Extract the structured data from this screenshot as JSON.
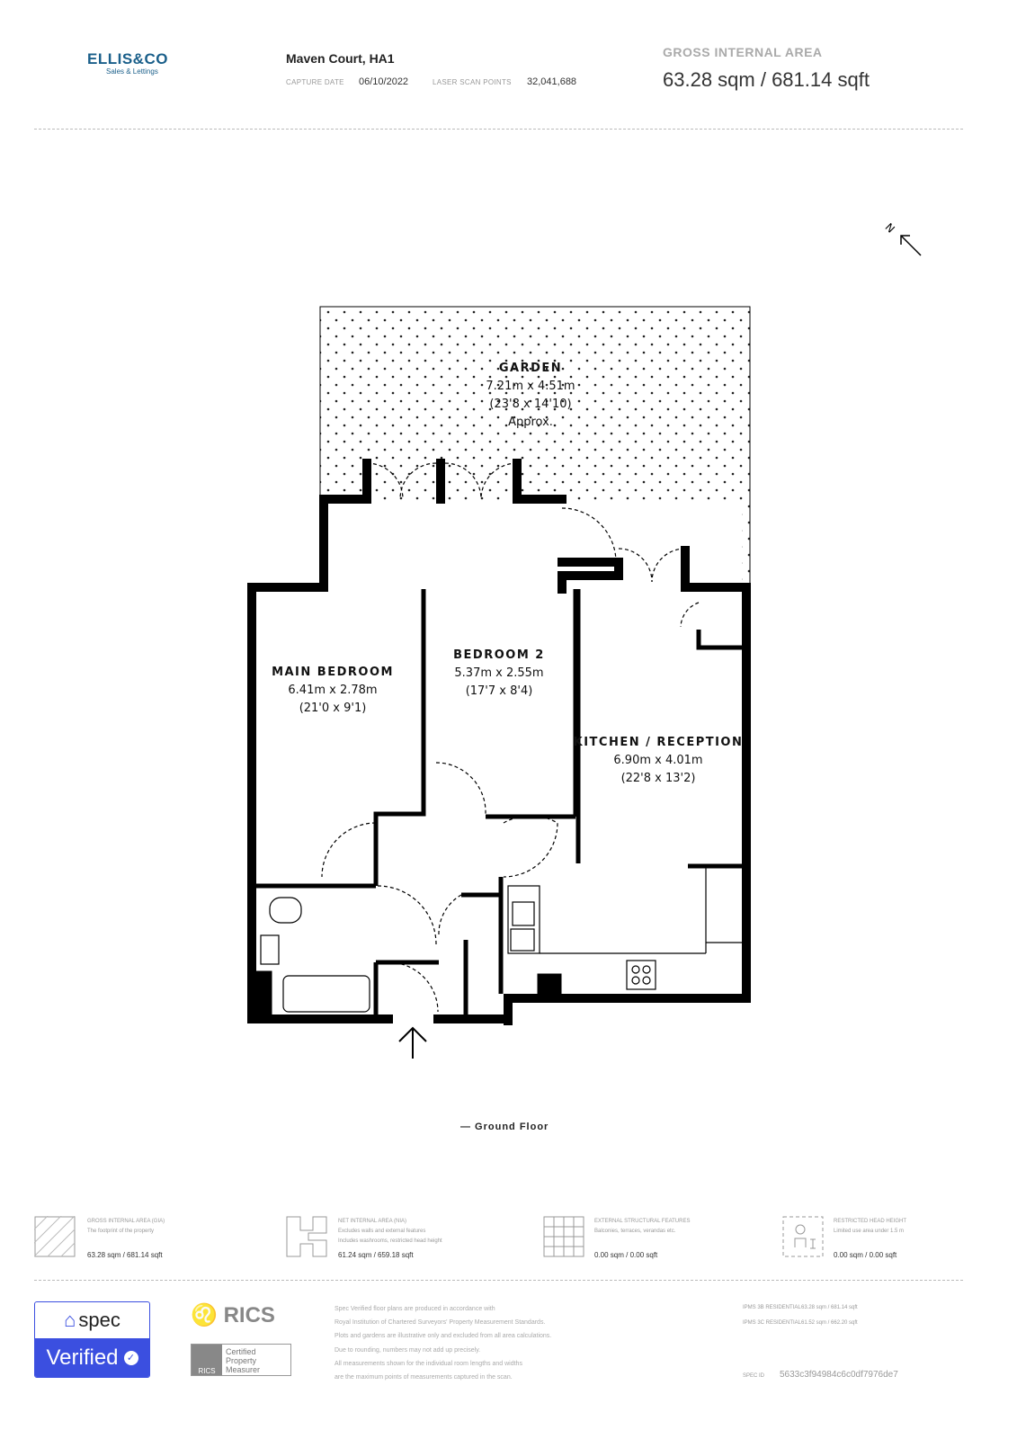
{
  "header": {
    "brand": "ELLIS&CO",
    "brand_sub": "Sales & Lettings",
    "property": "Maven Court, HA1",
    "capture_date_label": "CAPTURE DATE",
    "capture_date": "06/10/2022",
    "scan_points_label": "LASER SCAN POINTS",
    "scan_points": "32,041,688",
    "gia_label": "GROSS INTERNAL AREA",
    "gia_value": "63.28 sqm / 681.14 sqft"
  },
  "compass": {
    "label": "N",
    "icon": "north-arrow-icon"
  },
  "rooms": [
    {
      "name": "GARDEN",
      "metric": "7.21m x 4.51m",
      "imperial": "(23'8 x 14'10)",
      "note": "Approx."
    },
    {
      "name": "MAIN BEDROOM",
      "metric": "6.41m x 2.78m",
      "imperial": "(21'0 x 9'1)"
    },
    {
      "name": "BEDROOM 2",
      "metric": "5.37m x 2.55m",
      "imperial": "(17'7 x 8'4)"
    },
    {
      "name": "KITCHEN / RECEPTION",
      "metric": "6.90m x 4.01m",
      "imperial": "(22'8 x 13'2)"
    }
  ],
  "floor_label": "— Ground Floor",
  "legend": [
    {
      "title": "GROSS INTERNAL AREA (GIA)",
      "desc": "The footprint of the property",
      "desc2": "",
      "value": "63.28 sqm / 681.14 sqft"
    },
    {
      "title": "NET INTERNAL AREA (NIA)",
      "desc": "Excludes walls and external features",
      "desc2": "Includes washrooms, restricted head height",
      "value": "61.24 sqm / 659.18 sqft"
    },
    {
      "title": "EXTERNAL STRUCTURAL FEATURES",
      "desc": "Balconies, terraces, verandas etc.",
      "desc2": "",
      "value": "0.00 sqm / 0.00 sqft"
    },
    {
      "title": "RESTRICTED HEAD HEIGHT",
      "desc": "Limited use area under 1.5 m",
      "desc2": "",
      "value": "0.00 sqm / 0.00 sqft"
    }
  ],
  "footer": {
    "spec": "spec",
    "verified": "Verified",
    "rics": "RICS",
    "rics_small": "RICS",
    "rics_cert": [
      "Certified",
      "Property",
      "Measurer"
    ],
    "disclaimer": [
      "Spec Verified floor plans are produced in accordance with",
      "Royal Institution of Chartered Surveyors' Property Measurement Standards.",
      "Plots and gardens are illustrative only and excluded from all area calculations.",
      "Due to rounding, numbers may not add up precisely.",
      "All measurements shown for the individual room lengths and widths",
      "are the maximum points of measurements captured in the scan."
    ],
    "ipms": [
      {
        "label": "IPMS 3B RESIDENTIAL",
        "value": "63.28 sqm / 681.14 sqft"
      },
      {
        "label": "IPMS 3C RESIDENTIAL",
        "value": "61.52 sqm / 662.20 sqft"
      }
    ],
    "spec_id_label": "SPEC ID",
    "spec_id": "5633c3f94984c6c0df7976de7"
  }
}
